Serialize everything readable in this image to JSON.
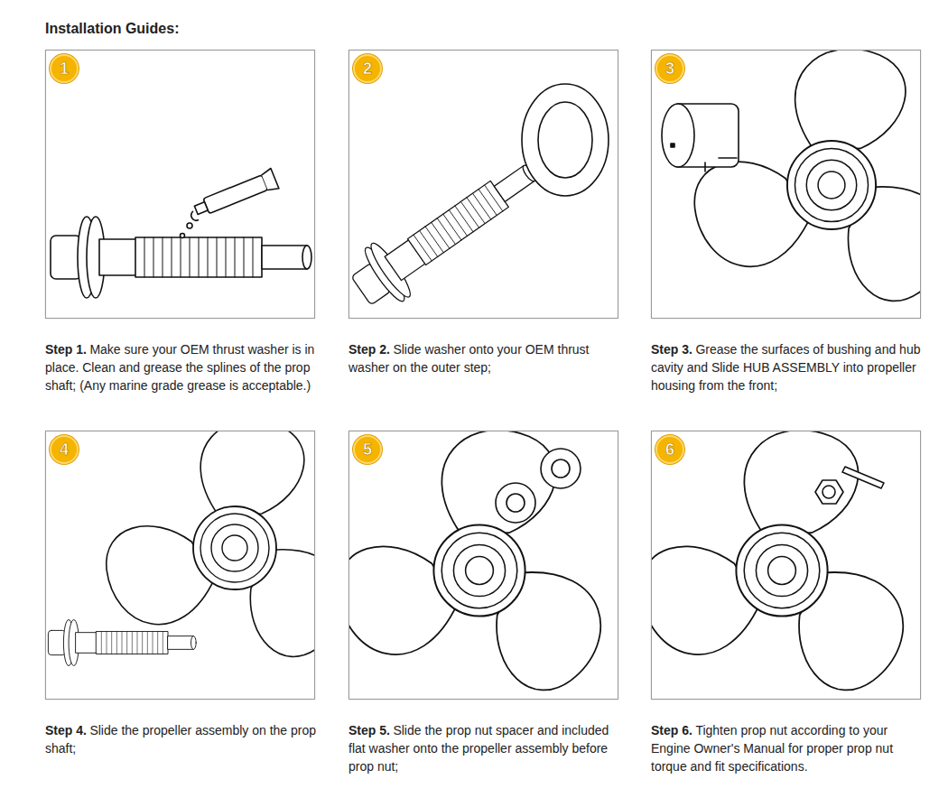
{
  "diagram": {
    "title": "Installation Guides:",
    "nodes": [
      {
        "text": [
          "Step 1.",
          "Make sure your OEM thrust washer is in place. Clean and grease the splines of the prop shaft; (Any marine grade grease is acceptable.)"
        ]
      },
      {
        "text": [
          "1"
        ],
        "in": 0
      },
      {
        "text": [
          "Step 2.",
          "Slide washer onto your OEM thrust washer on the outer step;"
        ]
      },
      {
        "text": [
          "2"
        ],
        "in": 2
      },
      {
        "text": [
          "Step 3.",
          "Grease the surfaces of bushing and hub cavity and Slide HUB ASSEMBLY into propeller housing from the front;"
        ]
      },
      {
        "text": [
          "3"
        ],
        "in": 4
      },
      {
        "text": [
          "Step 4.",
          "Slide the propeller assembly on the prop shaft;"
        ]
      },
      {
        "text": [
          "4"
        ],
        "in": 6
      },
      {
        "text": [
          "Step 5.",
          "Slide the prop nut spacer and included flat washer onto the propeller assembly before prop nut;"
        ]
      },
      {
        "text": [
          "5"
        ],
        "in": 8
      },
      {
        "text": [
          "Step 6.",
          "Tighten prop nut according to your Engine Owner's Manual for proper prop nut torque and fit specifications."
        ]
      },
      {
        "text": [
          "6"
        ],
        "in": 10
      }
    ]
  }
}
